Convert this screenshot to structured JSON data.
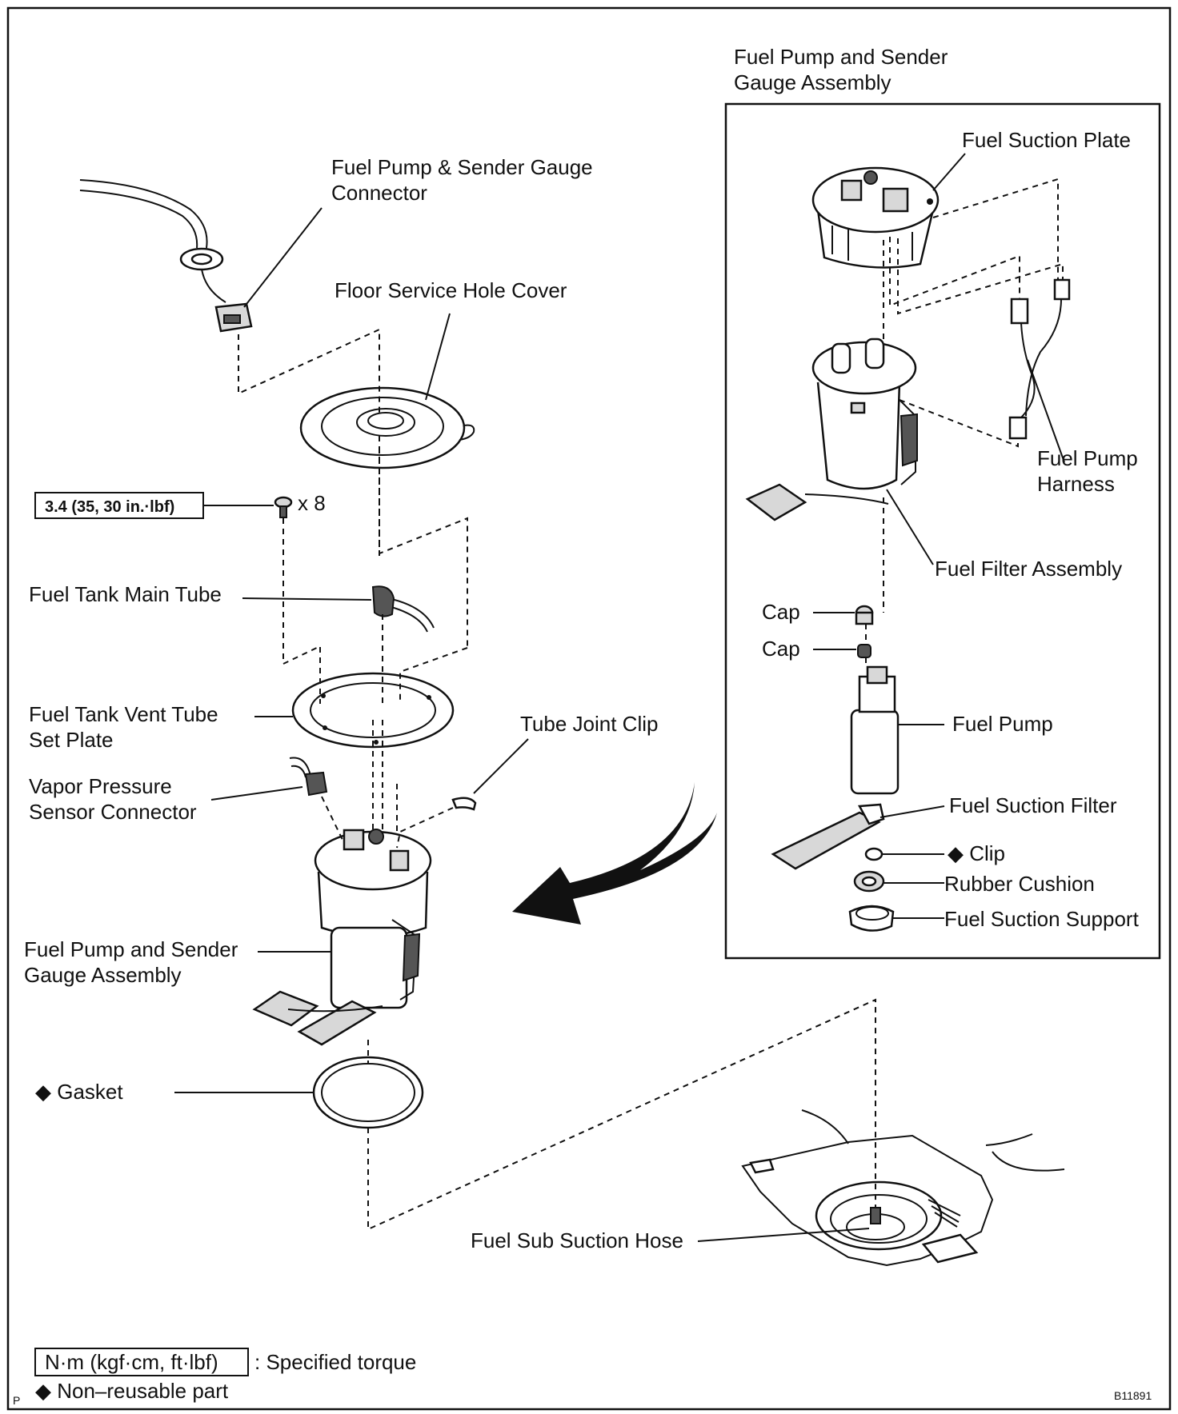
{
  "labels": {
    "inset_title_1": "Fuel Pump and Sender",
    "inset_title_2": "Gauge Assembly",
    "fuel_suction_plate": "Fuel Suction Plate",
    "fuel_pump_harness_1": "Fuel Pump",
    "fuel_pump_harness_2": "Harness",
    "fuel_filter_assembly": "Fuel Filter Assembly",
    "cap_1": "Cap",
    "cap_2": "Cap",
    "fuel_pump": "Fuel Pump",
    "fuel_suction_filter": "Fuel Suction Filter",
    "clip": "◆ Clip",
    "rubber_cushion": "Rubber Cushion",
    "fuel_suction_support": "Fuel Suction Support",
    "connector_1": "Fuel Pump & Sender Gauge",
    "connector_2": "Connector",
    "floor_service_hole_cover": "Floor Service Hole Cover",
    "torque_value": "3.4 (35, 30 in.·lbf)",
    "bolt_count": "x 8",
    "fuel_tank_main_tube": "Fuel Tank Main Tube",
    "vent_tube_plate_1": "Fuel Tank Vent Tube",
    "vent_tube_plate_2": "Set Plate",
    "tube_joint_clip": "Tube Joint Clip",
    "vapor_sensor_1": "Vapor Pressure",
    "vapor_sensor_2": "Sensor Connector",
    "assembly_1": "Fuel Pump and Sender",
    "assembly_2": "Gauge Assembly",
    "gasket": "◆ Gasket",
    "fuel_sub_suction_hose": "Fuel Sub Suction Hose"
  },
  "legend": {
    "torque_unit": "N·m (kgf·cm, ft·lbf)",
    "torque_desc": ": Specified torque",
    "nonreusable": "◆ Non–reusable part"
  },
  "corner": {
    "left": "P",
    "code": "B11891"
  }
}
